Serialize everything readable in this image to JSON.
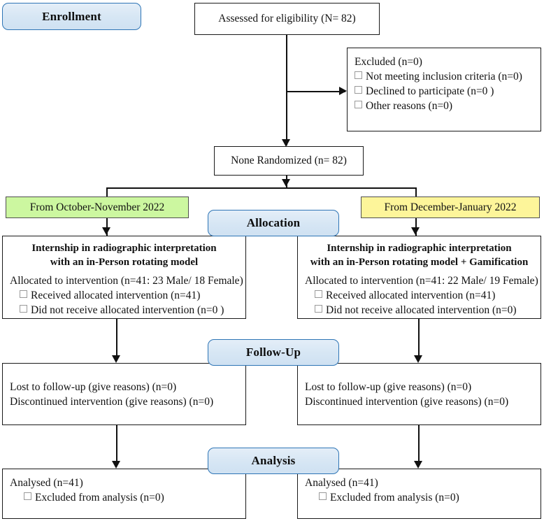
{
  "diagram": {
    "title": "CONSORT participant flow diagram",
    "type": "flowchart",
    "colors": {
      "stage_label_fill": "#d6e6f4",
      "stage_label_border": "#2e75b6",
      "period_left_fill": "#ccf7a0",
      "period_right_fill": "#fdf59a",
      "line": "#111111",
      "box_border": "#1a1a1a"
    }
  },
  "stages": {
    "enrollment": "Enrollment",
    "allocation": "Allocation",
    "followup": "Follow-Up",
    "analysis": "Analysis"
  },
  "enrollment": {
    "assessed": "Assessed for eligibility (N= 82)",
    "excluded": {
      "title": "Excluded (n=0)",
      "items": [
        "Not meeting inclusion criteria (n=0)",
        "Declined to participate (n=0 )",
        "Other reasons (n=0)"
      ]
    },
    "randomized": "None Randomized (n= 82)"
  },
  "periods": {
    "left": "From October-November 2022",
    "right": "From December-January 2022"
  },
  "allocation": {
    "left": {
      "header_line1": "Internship in radiographic interpretation",
      "header_line2": "with an in-Person rotating model",
      "allocated": "Allocated to intervention (n=41: 23 Male/ 18 Female)",
      "items": [
        "Received allocated intervention (n=41)",
        "Did not receive allocated intervention (n=0 )"
      ]
    },
    "right": {
      "header_line1": "Internship in radiographic interpretation",
      "header_line2": "with an in-Person rotating model + Gamification",
      "allocated": "Allocated to intervention (n=41: 22 Male/ 19 Female)",
      "items": [
        "Received allocated intervention (n=41)",
        "Did not receive allocated intervention (n=0)"
      ]
    }
  },
  "followup": {
    "left": {
      "lost": "Lost to follow-up (give reasons) (n=0)",
      "discontinued": "Discontinued intervention (give reasons) (n=0)"
    },
    "right": {
      "lost": "Lost to follow-up (give reasons) (n=0)",
      "discontinued": "Discontinued intervention (give reasons) (n=0)"
    }
  },
  "analysis": {
    "left": {
      "analysed": "Analysed (n=41)",
      "items": [
        "Excluded from analysis (n=0)"
      ]
    },
    "right": {
      "analysed": "Analysed (n=41)",
      "items": [
        "Excluded from analysis (n=0)"
      ]
    }
  }
}
